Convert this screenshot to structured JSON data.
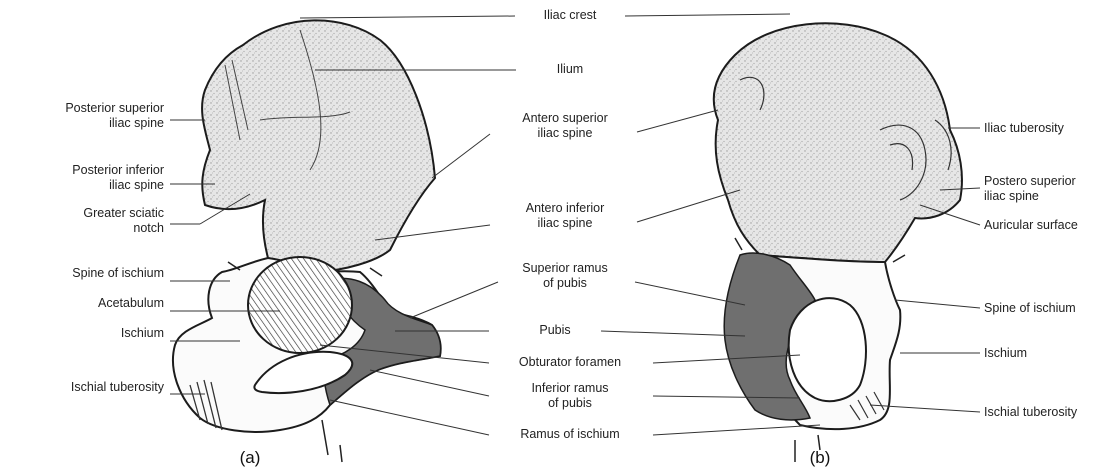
{
  "colors": {
    "bone_fill": "#e4e4e4",
    "pubis_fill": "#6f6f6f",
    "outline": "#1c1c1c",
    "leader": "#333333"
  },
  "labels": {
    "iliac_crest": "Iliac crest",
    "ilium": "Ilium",
    "post_sup_iliac_spine_1": "Posterior superior",
    "post_sup_iliac_spine_2": "iliac spine",
    "post_inf_iliac_spine_1": "Posterior inferior",
    "post_inf_iliac_spine_2": "iliac spine",
    "greater_sciatic_1": "Greater sciatic",
    "greater_sciatic_2": "notch",
    "spine_ischium_left": "Spine of ischium",
    "acetabulum": "Acetabulum",
    "ischium_left": "Ischium",
    "ischial_tuberosity_left": "Ischial tuberosity",
    "antero_sup_1": "Antero superior",
    "antero_sup_2": "iliac spine",
    "antero_inf_1": "Antero inferior",
    "antero_inf_2": "iliac spine",
    "sup_ramus_1": "Superior ramus",
    "sup_ramus_2": "of pubis",
    "pubis": "Pubis",
    "obturator": "Obturator foramen",
    "inf_ramus_1": "Inferior ramus",
    "inf_ramus_2": "of pubis",
    "ramus_ischium": "Ramus of ischium",
    "iliac_tuberosity": "Iliac tuberosity",
    "postero_sup_1": "Postero superior",
    "postero_sup_2": "iliac spine",
    "auricular": "Auricular surface",
    "spine_ischium_right": "Spine of ischium",
    "ischium_right": "Ischium",
    "ischial_tuberosity_right": "Ischial tuberosity"
  },
  "captions": {
    "a": "(a)",
    "b": "(b)"
  }
}
